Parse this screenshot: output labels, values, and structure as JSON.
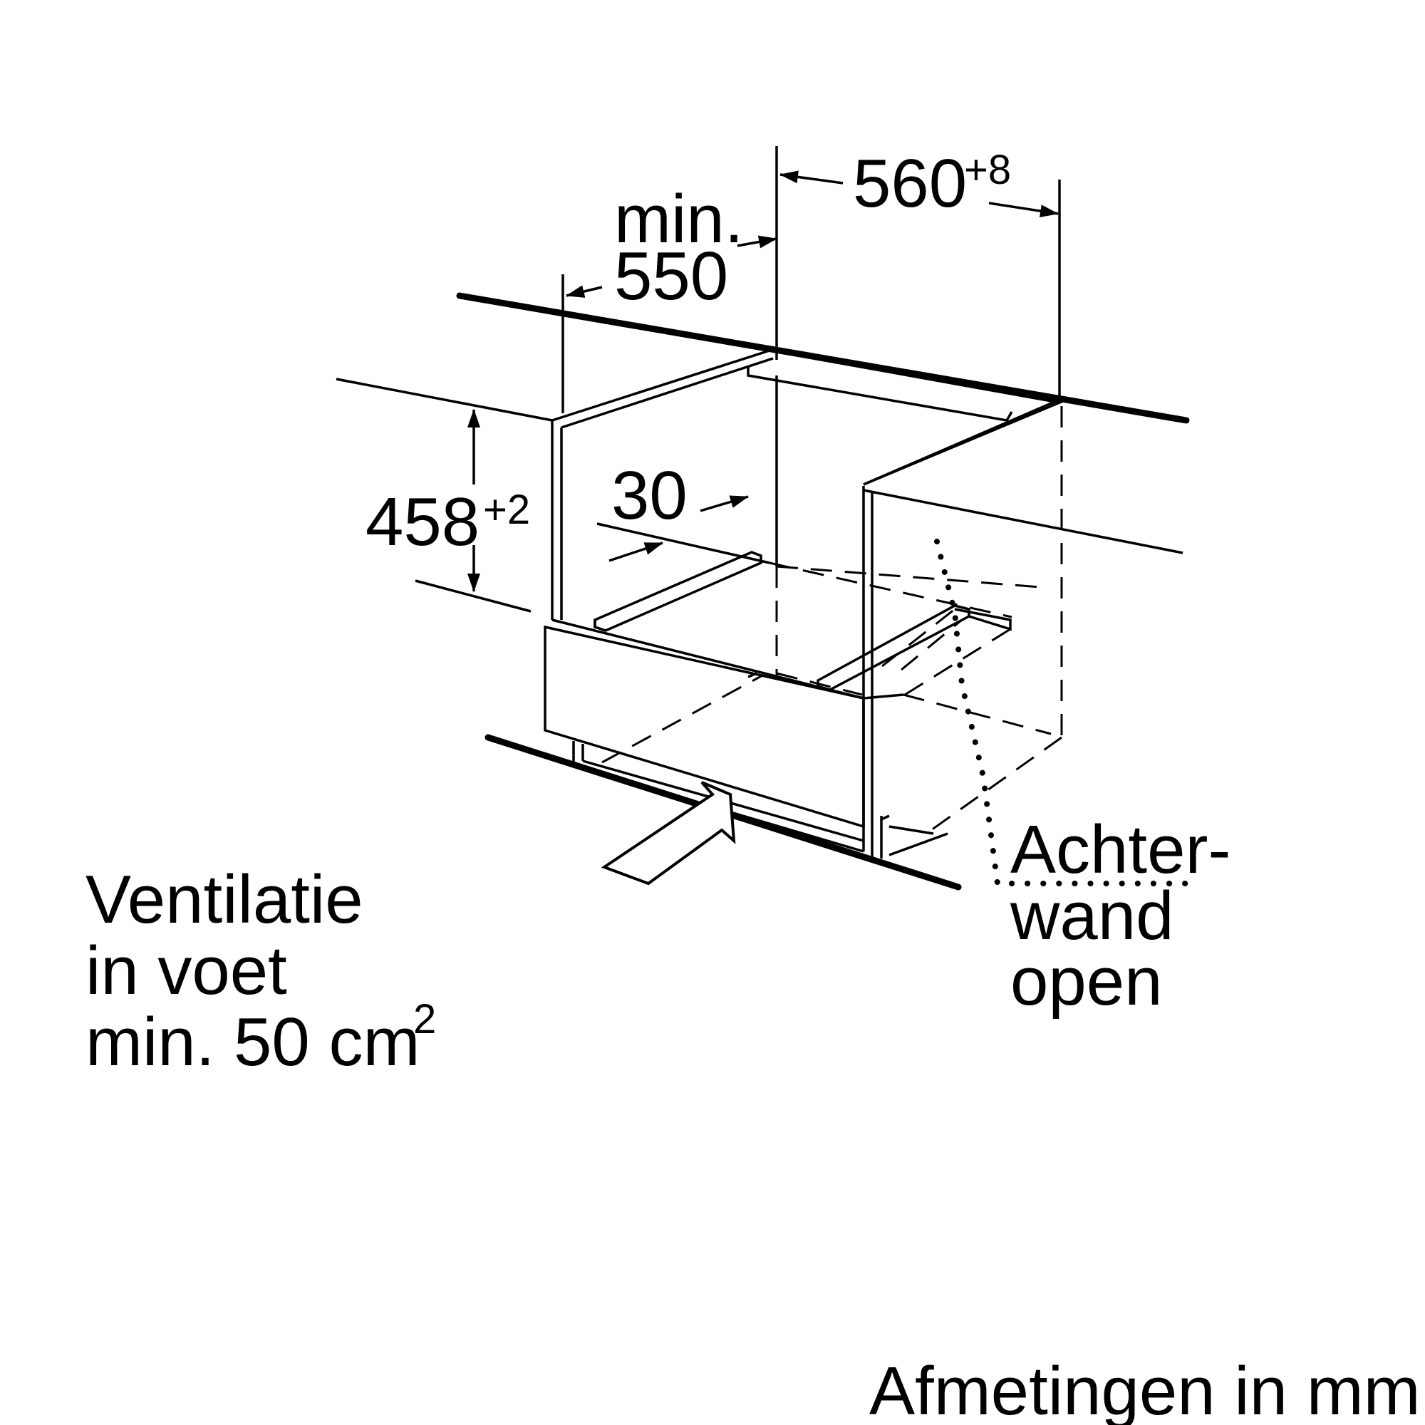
{
  "dimensions": {
    "width_prefix": "min.",
    "width_value": "550",
    "depth_value": "560",
    "depth_tolerance": "+8",
    "height_value": "458",
    "height_tolerance": "+2",
    "gap_value": "30"
  },
  "notes": {
    "ventilation": [
      "Ventilatie",
      "in voet",
      "min. 50 cm"
    ],
    "ventilation_sup": "2",
    "back_wall": [
      "Achter-",
      "wand",
      "open"
    ]
  },
  "footer": "Afmetingen in mm"
}
